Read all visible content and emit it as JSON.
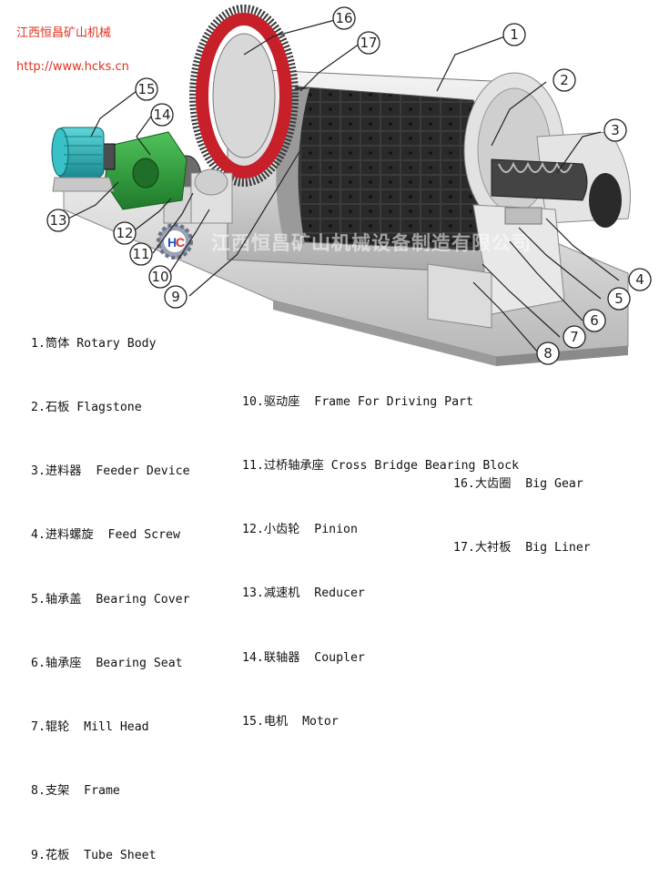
{
  "brand": {
    "name": "江西恒昌矿山机械",
    "url": "http://www.hcks.cn"
  },
  "watermark": "江西恒昌矿山机械设备制造有限公司",
  "colors": {
    "gear_red": "#c8202a",
    "reducer_green": "#2f9e3a",
    "motor_teal": "#2bb3b8",
    "body_white": "#eeeeee",
    "brand_red": "#e0301e"
  },
  "callouts": [
    "1",
    "2",
    "3",
    "4",
    "5",
    "6",
    "7",
    "8",
    "9",
    "10",
    "11",
    "12",
    "13",
    "14",
    "15",
    "16",
    "17"
  ],
  "legend": {
    "left": [
      "1.筒体 Rotary Body",
      "2.石板 Flagstone",
      "3.进料器  Feeder Device",
      "4.进料螺旋  Feed Screw",
      "5.轴承盖  Bearing Cover",
      "6.轴承座  Bearing Seat",
      "7.辊轮  Mill Head",
      "8.支架  Frame",
      "9.花板  Tube Sheet"
    ],
    "middle": [
      "10.驱动座  Frame For Driving Part",
      "11.过桥轴承座 Cross Bridge Bearing Block",
      "12.小齿轮  Pinion",
      "13.减速机  Reducer",
      "14.联轴器  Coupler",
      "15.电机  Motor"
    ],
    "right": [
      "16.大齿圈  Big Gear",
      "17.大衬板  Big Liner"
    ]
  }
}
